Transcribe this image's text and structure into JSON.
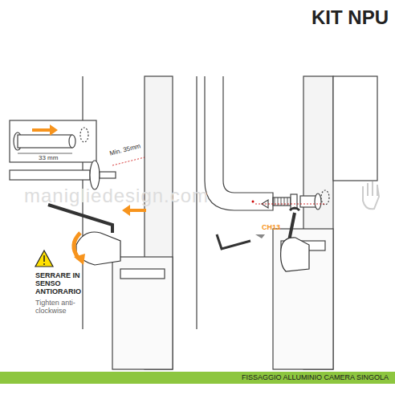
{
  "diagram": {
    "title": "KIT NPU",
    "caption": "FISSAGGIO ALLUMINIO CAMERA SINGOLA",
    "labels": [
      "33 mm",
      "Min. 35mm",
      "SERRARE IN SENSO ANTIORARIO",
      "Tighten anti-clockwise",
      "CH13",
      "manigliedesign.com"
    ]
  }
}
